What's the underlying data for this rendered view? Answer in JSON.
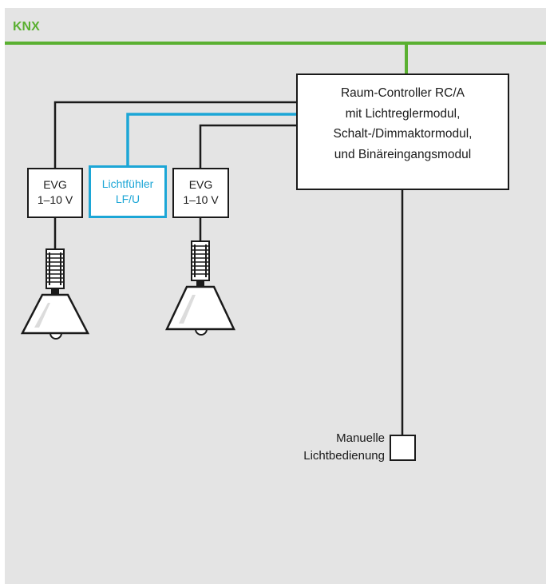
{
  "bus": {
    "label": "KNX",
    "color": "#5ab031"
  },
  "controller": {
    "lines": [
      "Raum-Controller RC/A",
      "mit Lichtreglermodul,",
      "Schalt-/Dimmaktormodul,",
      "und Binäreingangsmodul"
    ]
  },
  "ballast_left": {
    "line1": "EVG",
    "line2": "1–10 V"
  },
  "ballast_right": {
    "line1": "EVG",
    "line2": "1–10 V"
  },
  "light_sensor": {
    "line1": "Lichtfühler",
    "line2": "LF/U",
    "color": "#1ca6d6"
  },
  "manual_control": {
    "line1": "Manuelle",
    "line2": "Lichtbedienung"
  }
}
